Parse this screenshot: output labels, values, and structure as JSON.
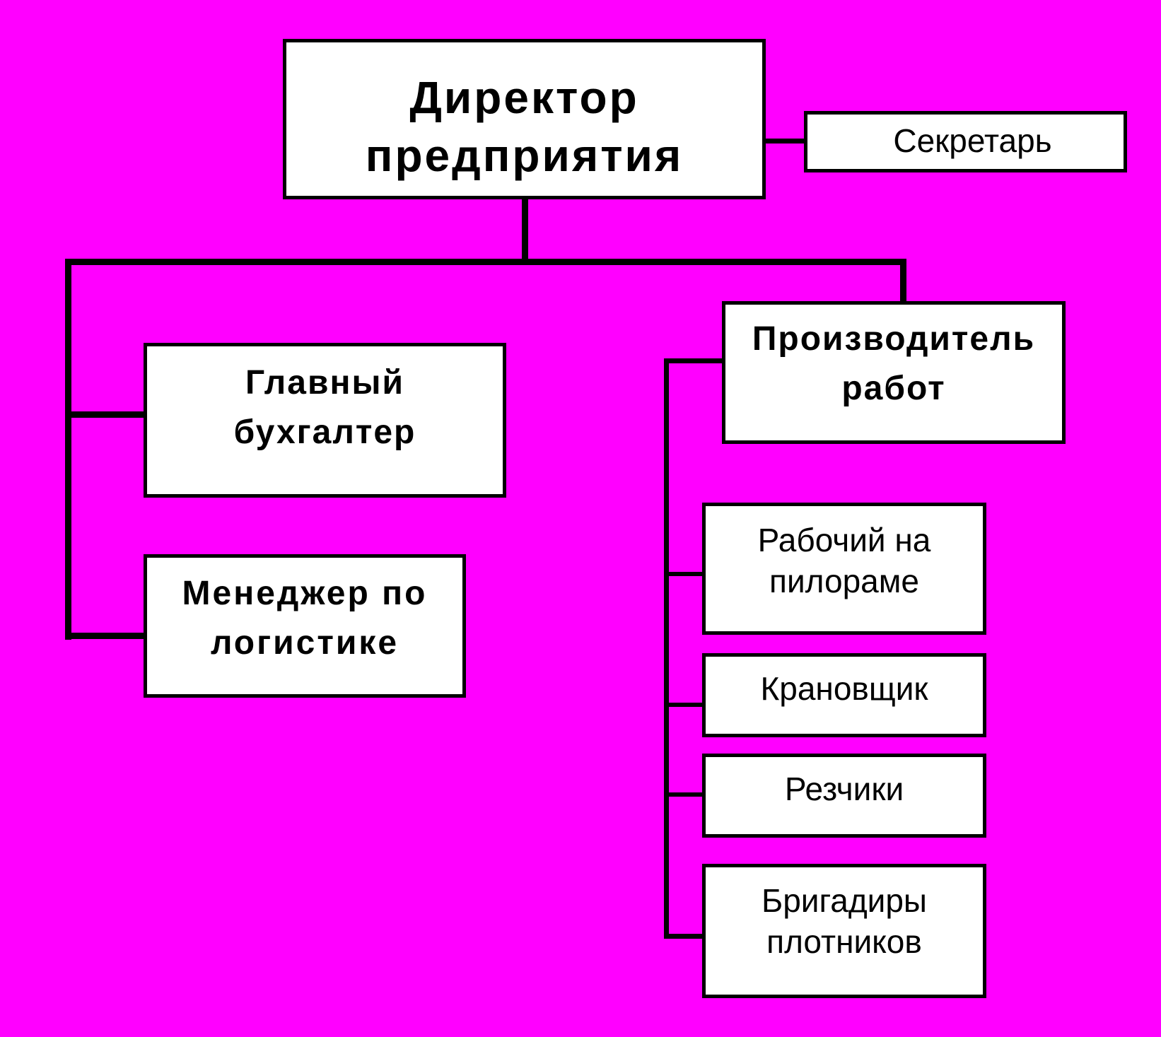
{
  "colors": {
    "background": "#ff00ff",
    "box_fill": "#ffffff",
    "line": "#000000"
  },
  "nodes": {
    "director": {
      "line1": "Директор",
      "line2": "предприятия"
    },
    "secretary": {
      "line1": "Секретарь"
    },
    "chief_accountant": {
      "line1": "Главный",
      "line2": "бухгалтер"
    },
    "logistics_manager": {
      "line1": "Менеджер по",
      "line2": "логистике"
    },
    "works_producer": {
      "line1": "Производитель",
      "line2": "работ"
    },
    "sawmill_worker": {
      "line1": "Рабочий на",
      "line2": "пилораме"
    },
    "crane_operator": {
      "line1": "Крановщик"
    },
    "carvers": {
      "line1": "Резчики"
    },
    "carpenter_foremen": {
      "line1": "Бригадиры",
      "line2": "плотников"
    }
  }
}
